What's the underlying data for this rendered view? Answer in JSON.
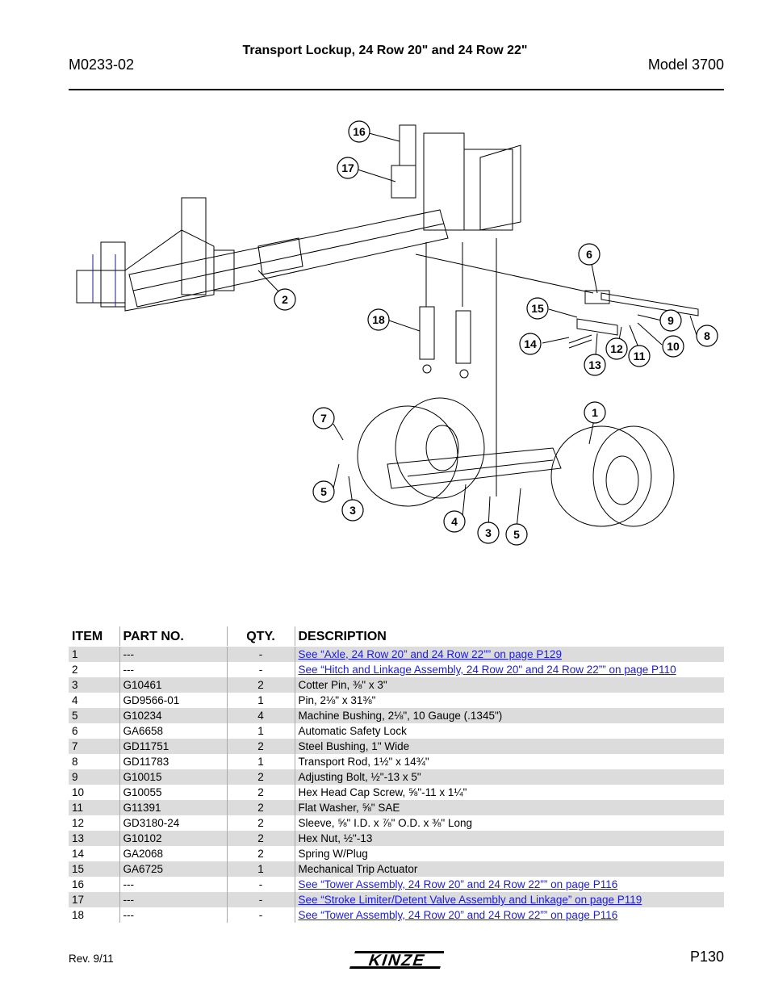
{
  "header": {
    "doc_number": "M0233-02",
    "title": "Transport Lockup, 24 Row 20\" and 24 Row 22\"",
    "model": "Model 3700"
  },
  "callouts": [
    "16",
    "17",
    "2",
    "6",
    "15",
    "9",
    "8",
    "10",
    "11",
    "12",
    "13",
    "14",
    "18",
    "7",
    "1",
    "5",
    "3",
    "4",
    "3",
    "5"
  ],
  "table": {
    "headers": {
      "item": "ITEM",
      "part_no": "PART NO.",
      "qty": "QTY.",
      "description": "DESCRIPTION"
    },
    "rows": [
      {
        "item": "1",
        "part_no": "---",
        "qty": "-",
        "description": "See “Axle, 24 Row 20” and 24 Row 22”” on page P129",
        "link": true
      },
      {
        "item": "2",
        "part_no": "---",
        "qty": "-",
        "description": "See “Hitch and Linkage Assembly, 24 Row 20\" and 24 Row 22”” on page P110",
        "link": true
      },
      {
        "item": "3",
        "part_no": "G10461",
        "qty": "2",
        "description": "Cotter Pin, ⅜\" x 3\"",
        "link": false
      },
      {
        "item": "4",
        "part_no": "GD9566-01",
        "qty": "1",
        "description": "Pin, 2⅛\" x 31⅜\"",
        "link": false
      },
      {
        "item": "5",
        "part_no": "G10234",
        "qty": "4",
        "description": "Machine Bushing, 2⅛\", 10 Gauge (.1345\")",
        "link": false
      },
      {
        "item": "6",
        "part_no": "GA6658",
        "qty": "1",
        "description": "Automatic Safety Lock",
        "link": false
      },
      {
        "item": "7",
        "part_no": "GD11751",
        "qty": "2",
        "description": "Steel Bushing, 1\" Wide",
        "link": false
      },
      {
        "item": "8",
        "part_no": "GD11783",
        "qty": "1",
        "description": "Transport Rod, 1½\" x 14¾\"",
        "link": false
      },
      {
        "item": "9",
        "part_no": "G10015",
        "qty": "2",
        "description": "Adjusting Bolt, ½\"-13 x 5\"",
        "link": false
      },
      {
        "item": "10",
        "part_no": "G10055",
        "qty": "2",
        "description": "Hex Head Cap Screw, ⅝\"-11 x 1¼\"",
        "link": false
      },
      {
        "item": "11",
        "part_no": "G11391",
        "qty": "2",
        "description": "Flat Washer, ⅝\" SAE",
        "link": false
      },
      {
        "item": "12",
        "part_no": "GD3180-24",
        "qty": "2",
        "description": "Sleeve, ⅝\" I.D. x ⅞\" O.D. x ⅜\" Long",
        "link": false
      },
      {
        "item": "13",
        "part_no": "G10102",
        "qty": "2",
        "description": "Hex Nut, ½\"-13",
        "link": false
      },
      {
        "item": "14",
        "part_no": "GA2068",
        "qty": "2",
        "description": "Spring W/Plug",
        "link": false
      },
      {
        "item": "15",
        "part_no": "GA6725",
        "qty": "1",
        "description": "Mechanical Trip Actuator",
        "link": false
      },
      {
        "item": "16",
        "part_no": "---",
        "qty": "-",
        "description": "See “Tower Assembly, 24 Row 20” and 24 Row 22”” on page P116",
        "link": true
      },
      {
        "item": "17",
        "part_no": "---",
        "qty": "-",
        "description": "See “Stroke Limiter/Detent Valve Assembly and Linkage” on page P119",
        "link": true
      },
      {
        "item": "18",
        "part_no": "---",
        "qty": "-",
        "description": "See “Tower Assembly, 24 Row 20” and 24 Row 22”” on page P116",
        "link": true
      }
    ]
  },
  "footer": {
    "revision": "Rev. 9/11",
    "page": "P130",
    "logo": "KINZE"
  },
  "colors": {
    "link": "#1a1aee",
    "row_shade": "#dcdcdc"
  }
}
